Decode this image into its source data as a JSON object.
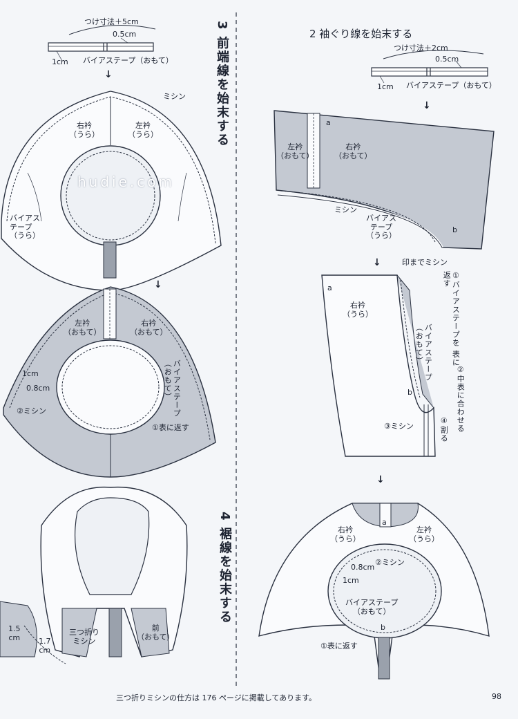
{
  "page_number": "98",
  "footer_note": "三つ折りミシンの仕方は 176 ページに掲載してあります。",
  "watermark": "hudie.com",
  "colors": {
    "paper": "#f4f6f9",
    "fabric_face": "#c4c9d2",
    "line": "#2a3140",
    "tape": "#9aa1ac"
  },
  "section_front_edge": {
    "heading": "3 前端線を始末する",
    "tape": {
      "length": "つけ寸法＋5cm",
      "fold": "0.5cm",
      "seam": "1cm",
      "label": "バイアステープ（おもて）"
    },
    "step1": {
      "sewing": "ミシン",
      "right_collar": "右衿\n（うら）",
      "left_collar": "左衿\n（うら）",
      "bias_tape": "バイアス\nテープ\n（うら）"
    },
    "step2": {
      "left_collar": "左衿\n（おもて）",
      "right_collar": "右衿\n（おもて）",
      "seam_1": "1cm",
      "seam_2": "0.8cm",
      "sewing": "②ミシン",
      "bias_tape": "バイアステープ\n（おもて）",
      "turn": "①表に返す"
    }
  },
  "section_hem": {
    "heading": "4 裾線を始末する",
    "fold_1": "1.5\ncm",
    "fold_2": "1.7\ncm",
    "triple_fold": "三つ折り\nミシン",
    "front": "前\n（おもて）"
  },
  "section_armhole": {
    "heading": "2 袖ぐり線を始末する",
    "tape": {
      "length": "つけ寸法＋2cm",
      "fold": "0.5cm",
      "seam": "1cm",
      "label": "バイアステープ（おもて）"
    },
    "step1": {
      "mark_a": "a",
      "mark_b": "b",
      "left_collar": "左衿\n（おもて）",
      "right_collar": "右衿\n（おもて）",
      "sewing": "ミシン",
      "bias_tape": "バイアス\nテープ\n（うら）",
      "sew_to_mark": "印までミシン"
    },
    "step2": {
      "mark_a": "a",
      "mark_b": "b",
      "right_collar": "右衿\n（うら）",
      "turn": "①バイアステープを\n表に返す",
      "bias_tape": "バイアステープ\n（おもて）",
      "align": "②中表に合わせる",
      "sewing": "③ミシン",
      "split": "④割る"
    },
    "step3": {
      "mark_a": "a",
      "mark_b": "b",
      "right_collar": "右衿\n（うら）",
      "left_collar": "左衿\n（うら）",
      "seam_1": "0.8cm",
      "sewing": "②ミシン",
      "seam_2": "1cm",
      "bias_tape": "バイアステープ\n（おもて）",
      "turn": "①表に返す"
    }
  }
}
